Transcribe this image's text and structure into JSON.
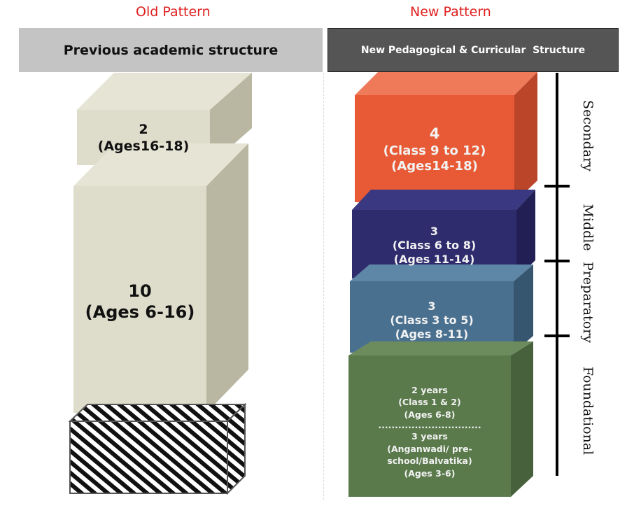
{
  "old": {
    "pattern_label": "Old Pattern",
    "header": "Previous academic structure",
    "blocks": [
      {
        "years": "2",
        "ages": "(Ages16-18)"
      },
      {
        "years": "10",
        "ages": "(Ages 6-16)"
      }
    ],
    "colors": {
      "front": "#deddcb",
      "top": "#e6e4d4",
      "side": "#b9b6a2"
    }
  },
  "new": {
    "pattern_label": "New Pattern",
    "header": "New Pedagogical & Curricular  Structure",
    "blocks": [
      {
        "years": "4",
        "classes": "(Class 9 to 12)",
        "ages": "(Ages14-18)",
        "color": "#e85a35"
      },
      {
        "years": "3",
        "classes": "(Class 6 to 8)",
        "ages": "(Ages 11-14)",
        "color": "#2f2c6e"
      },
      {
        "years": "3",
        "classes": "(Class 3 to 5)",
        "ages": "(Ages 8-11)",
        "color": "#4a7090"
      },
      {
        "years_a": "2 years",
        "classes_a": "(Class 1 & 2)",
        "ages_a": "(Ages 6-8)",
        "separator": "...............................",
        "years_b": "3 years",
        "classes_b": "(Anganwadi/ pre-",
        "classes_b2": "school/Balvatika)",
        "ages_b": "(Ages 3-6)",
        "color": "#5a7a4c"
      }
    ],
    "stages": [
      "Secondary",
      "Middle",
      "Preparatory",
      "Foundational"
    ]
  }
}
